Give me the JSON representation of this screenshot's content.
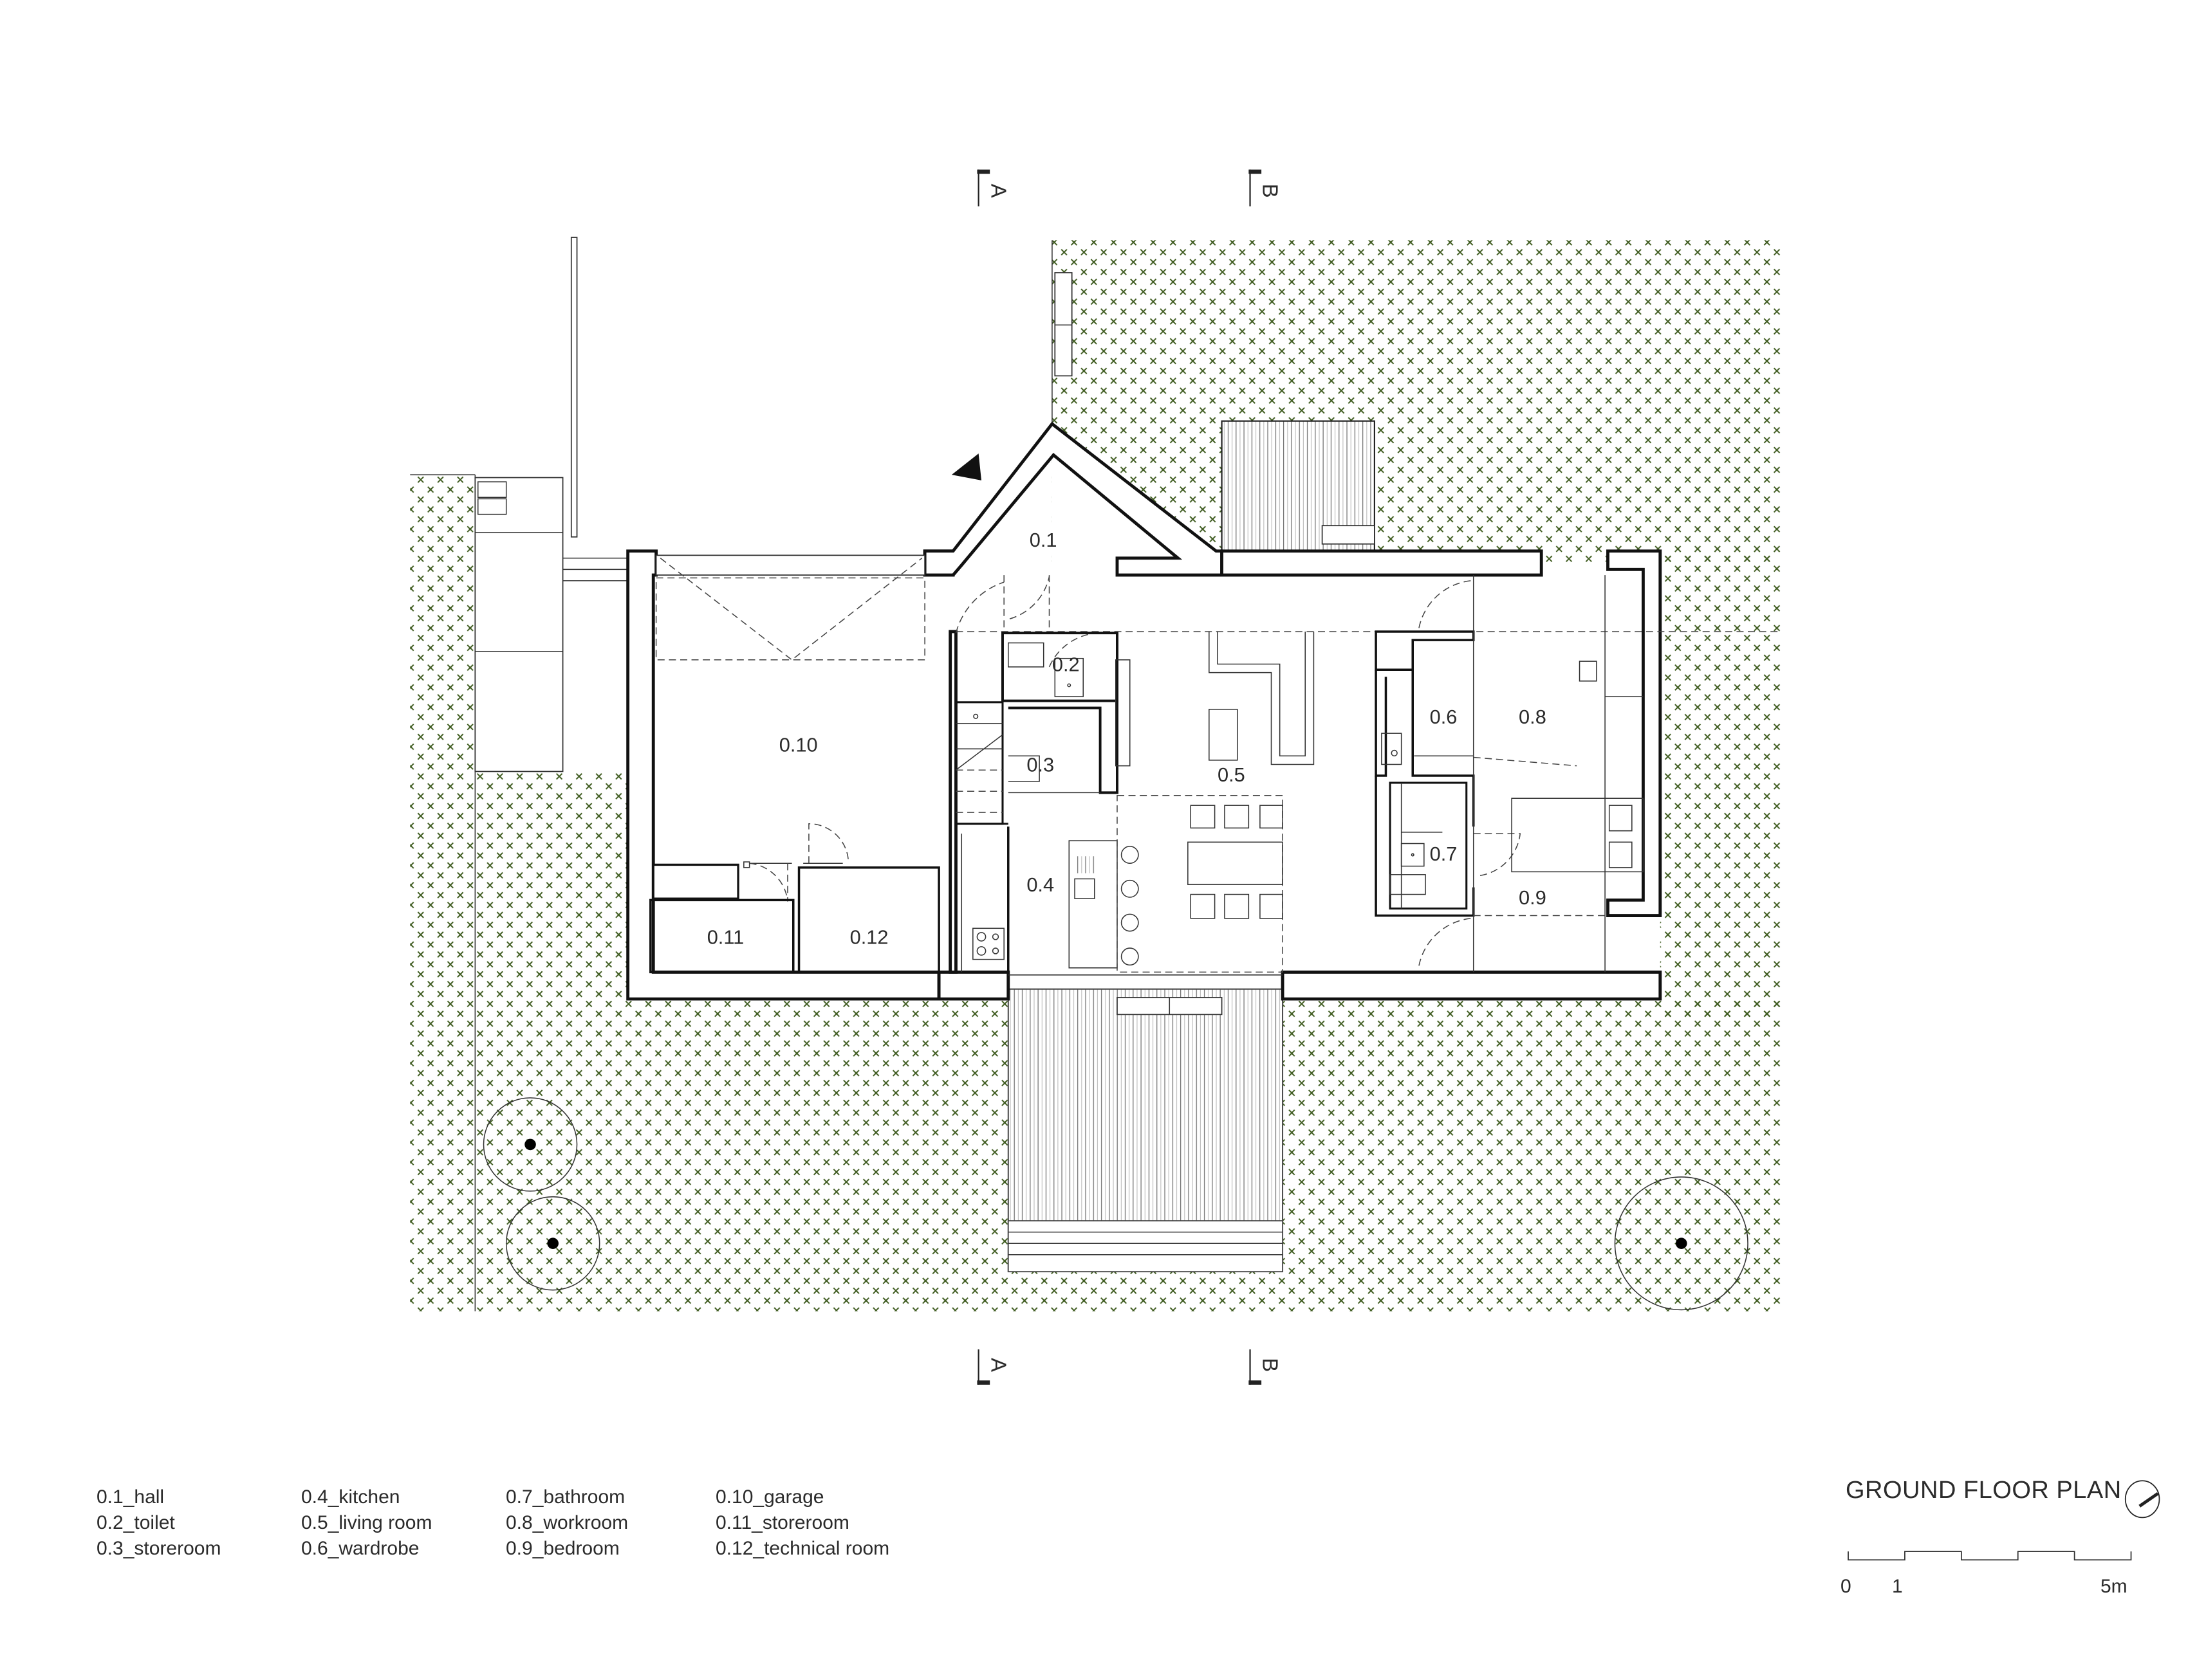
{
  "drawing": {
    "title": "GROUND FLOOR PLAN",
    "north_arrow_icon": "north-arrow-icon",
    "entrance_marker_icon": "entrance-triangle-icon",
    "colors": {
      "lines": "#111111",
      "text": "#2b2b2b",
      "lawn_hatch": "#3d5a1e",
      "background": "#ffffff"
    }
  },
  "scale_bar": {
    "labels": [
      "0",
      "1",
      "5m"
    ]
  },
  "section_markers": {
    "top": [
      {
        "letter": "A"
      },
      {
        "letter": "B"
      }
    ],
    "bottom": [
      {
        "letter": "A"
      },
      {
        "letter": "B"
      }
    ]
  },
  "rooms": [
    {
      "code": "0.1",
      "name": "hall"
    },
    {
      "code": "0.2",
      "name": "toilet"
    },
    {
      "code": "0.3",
      "name": "storeroom"
    },
    {
      "code": "0.4",
      "name": "kitchen"
    },
    {
      "code": "0.5",
      "name": "living room"
    },
    {
      "code": "0.6",
      "name": "wardrobe"
    },
    {
      "code": "0.7",
      "name": "bathroom"
    },
    {
      "code": "0.8",
      "name": "workroom"
    },
    {
      "code": "0.9",
      "name": "bedroom"
    },
    {
      "code": "0.10",
      "name": "garage"
    },
    {
      "code": "0.11",
      "name": "storeroom"
    },
    {
      "code": "0.12",
      "name": "technical room"
    }
  ],
  "legend": {
    "col1": [
      "0.1_hall",
      "0.2_toilet",
      "0.3_storeroom"
    ],
    "col2": [
      "0.4_kitchen",
      "0.5_living room",
      "0.6_wardrobe"
    ],
    "col3": [
      "0.7_bathroom",
      "0.8_workroom",
      "0.9_bedroom"
    ],
    "col4": [
      "0.10_garage",
      "0.11_storeroom",
      "0.12_technical room"
    ]
  }
}
